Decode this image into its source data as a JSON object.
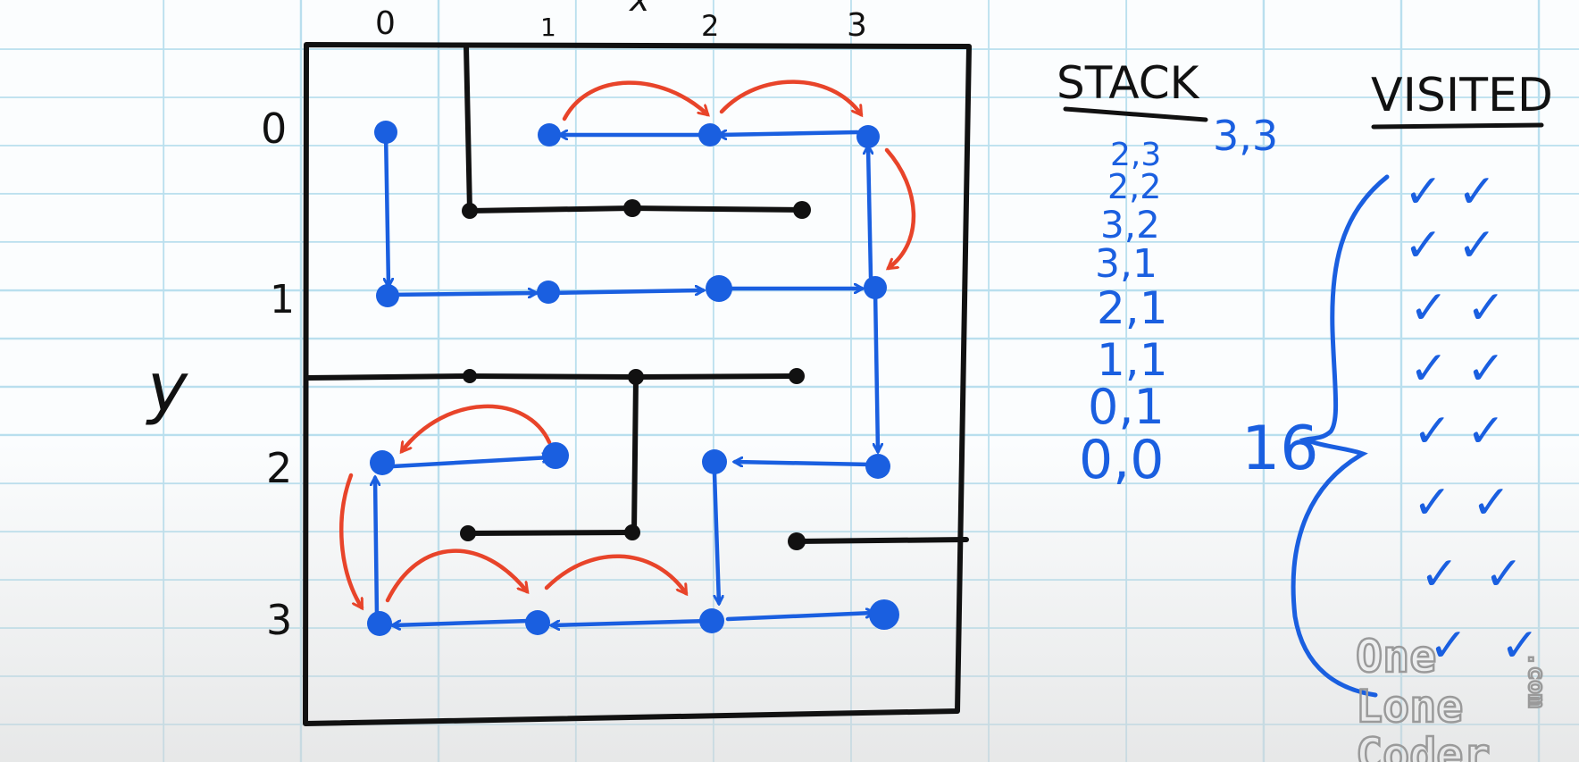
{
  "colors": {
    "ink": "#111111",
    "path_blue": "#1a5fe0",
    "backtrack_red": "#e8442a",
    "grid_line": "#b9dfee",
    "logo_gray": "#9a9a9a"
  },
  "axes": {
    "x_label": "x",
    "y_label": "y",
    "x_ticks": [
      "0",
      "1",
      "2",
      "3"
    ],
    "y_ticks": [
      "0",
      "1",
      "2",
      "3"
    ]
  },
  "stack": {
    "title": "STACK",
    "entries": [
      "3,3",
      "2,3",
      "2,2",
      "3,2",
      "3,1",
      "2,1",
      "1,1",
      "0,1",
      "0,0"
    ]
  },
  "visited": {
    "title": "VISITED",
    "count": "16",
    "rows": [
      [
        "✓",
        "✓"
      ],
      [
        "✓",
        "✓"
      ],
      [
        "✓",
        "✓"
      ],
      [
        "✓",
        "✓"
      ],
      [
        "✓",
        "✓"
      ],
      [
        "✓",
        "✓"
      ],
      [
        "✓",
        "✓"
      ],
      [
        "✓",
        "✓"
      ]
    ]
  },
  "logo": {
    "lines": [
      "One",
      "Lone",
      "Coder"
    ],
    "suffix": ".com"
  }
}
